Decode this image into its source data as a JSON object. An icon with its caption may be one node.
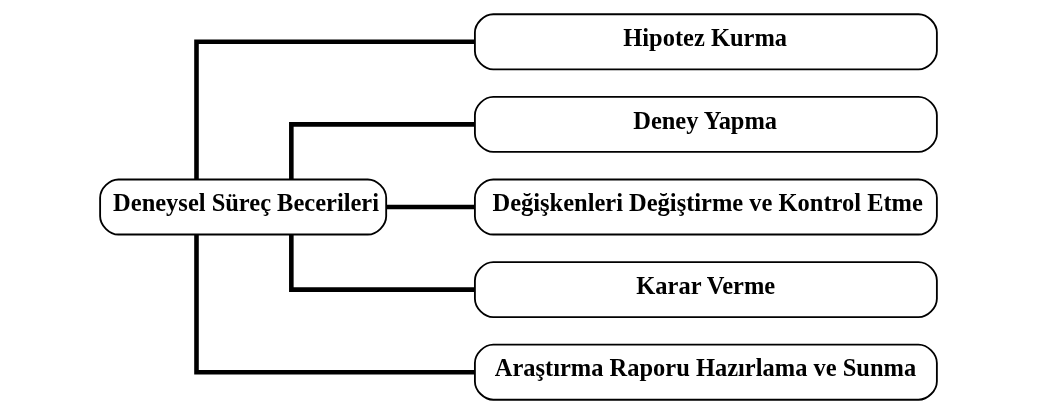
{
  "diagram": {
    "nodes": [
      {
        "text": [
          "Deneysel Süreç Becerileri"
        ]
      },
      {
        "text": [
          "Hipotez Kurma"
        ]
      },
      {
        "text": [
          "Deney Yapma"
        ]
      },
      {
        "text": [
          "Değişkenleri Değiştirme ve Kontrol Etme"
        ]
      },
      {
        "text": [
          "Karar Verme"
        ]
      },
      {
        "text": [
          "Araştırma Raporu Hazırlama ve Sunma"
        ]
      }
    ],
    "edges": [
      {
        "from": 0,
        "to": 1,
        "arrow": "none"
      },
      {
        "from": 0,
        "to": 2,
        "arrow": "none"
      },
      {
        "from": 0,
        "to": 3,
        "arrow": "none"
      },
      {
        "from": 0,
        "to": 4,
        "arrow": "none"
      },
      {
        "from": 0,
        "to": 5,
        "arrow": "none"
      }
    ]
  }
}
